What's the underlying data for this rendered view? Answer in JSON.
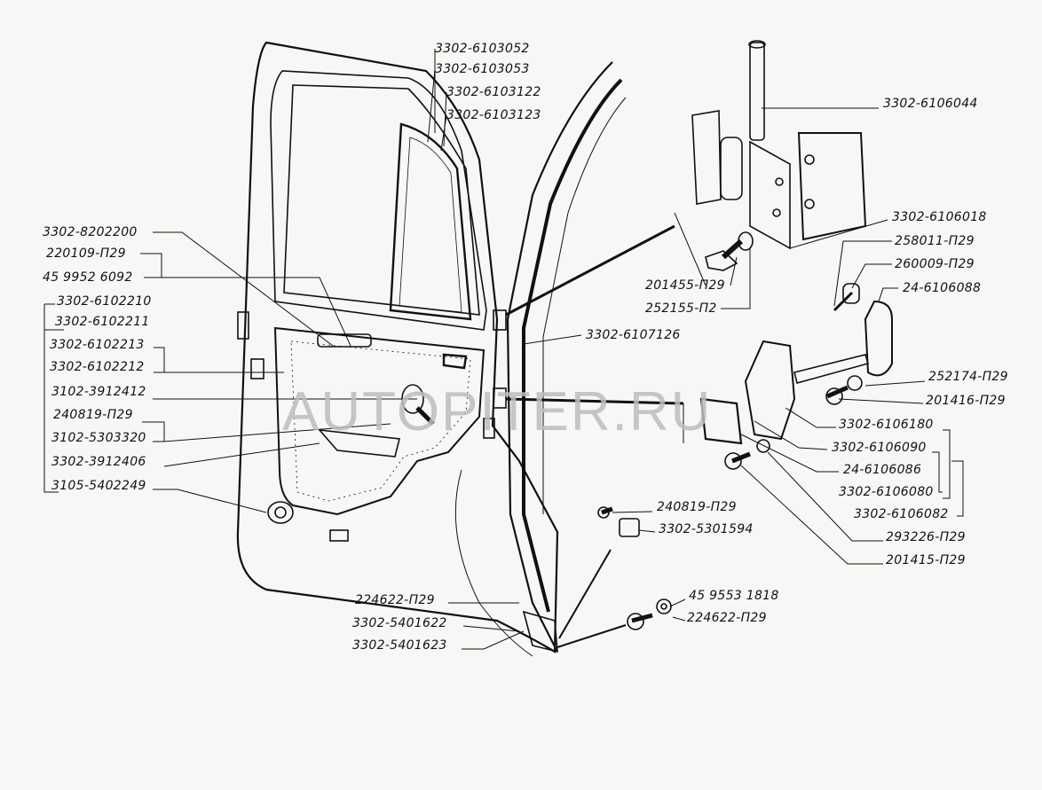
{
  "watermark": "AUTOPITER.RU",
  "labels": [
    {
      "id": "l1",
      "text": "3302-6103052"
    },
    {
      "id": "l2",
      "text": "3302-6103053"
    },
    {
      "id": "l3",
      "text": "3302-6103122"
    },
    {
      "id": "l4",
      "text": "3302-6103123"
    },
    {
      "id": "l5",
      "text": "3302-6106044"
    },
    {
      "id": "l6",
      "text": "3302-8202200"
    },
    {
      "id": "l7",
      "text": "220109-П29"
    },
    {
      "id": "l8",
      "text": "45 9952 6092"
    },
    {
      "id": "l9",
      "text": "3302-6102210"
    },
    {
      "id": "l10",
      "text": "3302-6102211"
    },
    {
      "id": "l11",
      "text": "3302-6102213"
    },
    {
      "id": "l12",
      "text": "3302-6102212"
    },
    {
      "id": "l13",
      "text": "3102-3912412"
    },
    {
      "id": "l14",
      "text": "240819-П29"
    },
    {
      "id": "l15",
      "text": "3102-5303320"
    },
    {
      "id": "l16",
      "text": "3302-3912406"
    },
    {
      "id": "l17",
      "text": "3105-5402249"
    },
    {
      "id": "l18",
      "text": "3302-6107126"
    },
    {
      "id": "l19",
      "text": "201455-П29"
    },
    {
      "id": "l20",
      "text": "252155-П2"
    },
    {
      "id": "l21",
      "text": "3302-6106018"
    },
    {
      "id": "l22",
      "text": "258011-П29"
    },
    {
      "id": "l23",
      "text": "260009-П29"
    },
    {
      "id": "l24",
      "text": "24-6106088"
    },
    {
      "id": "l25",
      "text": "252174-П29"
    },
    {
      "id": "l26",
      "text": "201416-П29"
    },
    {
      "id": "l27",
      "text": "3302-6106180"
    },
    {
      "id": "l28",
      "text": "3302-6106090"
    },
    {
      "id": "l29",
      "text": "24-6106086"
    },
    {
      "id": "l30",
      "text": "3302-6106080"
    },
    {
      "id": "l31",
      "text": "3302-6106082"
    },
    {
      "id": "l32",
      "text": "293226-П29"
    },
    {
      "id": "l33",
      "text": "201415-П29"
    },
    {
      "id": "l34",
      "text": "240819-П29"
    },
    {
      "id": "l35",
      "text": "3302-5301594"
    },
    {
      "id": "l36",
      "text": "45 9553 1818"
    },
    {
      "id": "l37",
      "text": "224622-П29"
    },
    {
      "id": "l38",
      "text": "224622-П29"
    },
    {
      "id": "l39",
      "text": "3302-5401622"
    },
    {
      "id": "l40",
      "text": "3302-5401623"
    }
  ]
}
